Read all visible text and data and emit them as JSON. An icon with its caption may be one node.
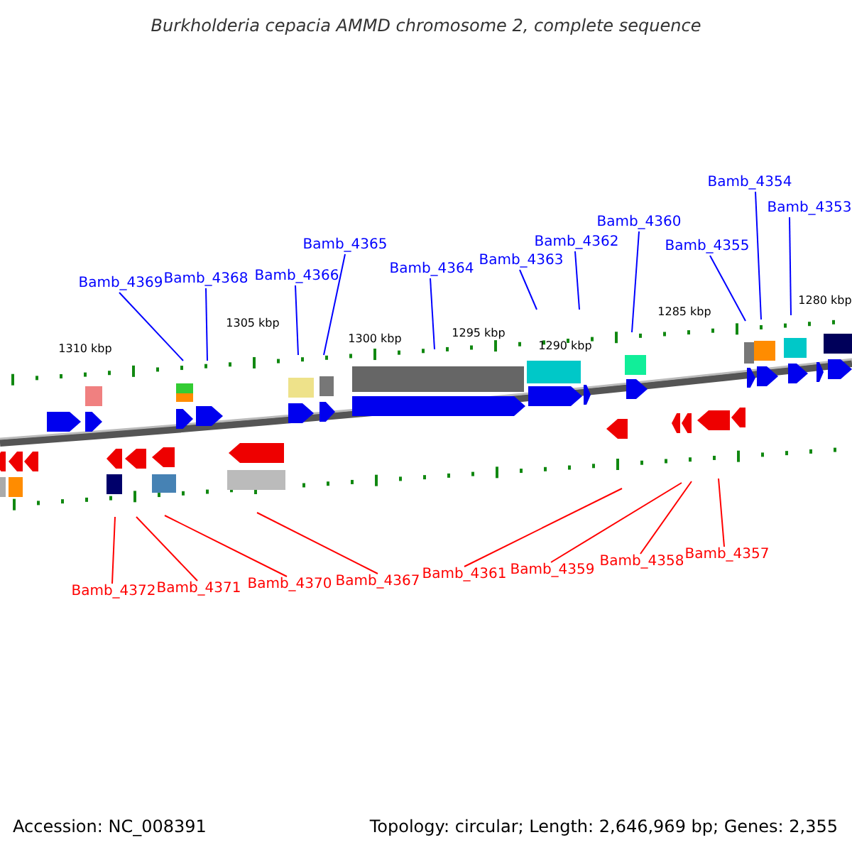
{
  "diagram": {
    "title": "Burkholderia cepacia AMMD chromosome 2, complete sequence",
    "nodes": [
      {
        "text": [
          "Bamb_4369"
        ]
      },
      {
        "text": [
          "Bamb_4368"
        ]
      },
      {
        "text": [
          "Bamb_4366"
        ]
      },
      {
        "text": [
          "Bamb_4365"
        ]
      },
      {
        "text": [
          "Bamb_4364"
        ]
      },
      {
        "text": [
          "Bamb_4363"
        ]
      },
      {
        "text": [
          "Bamb_4362"
        ]
      },
      {
        "text": [
          "Bamb_4360"
        ]
      },
      {
        "text": [
          "Bamb_4355"
        ]
      },
      {
        "text": [
          "Bamb_4354"
        ]
      },
      {
        "text": [
          "Bamb_4353"
        ]
      },
      {
        "text": [
          "Bamb_4372"
        ]
      },
      {
        "text": [
          "Bamb_4371"
        ]
      },
      {
        "text": [
          "Bamb_4370"
        ]
      },
      {
        "text": [
          "Bamb_4367"
        ]
      },
      {
        "text": [
          "Bamb_4361"
        ]
      },
      {
        "text": [
          "Bamb_4359"
        ]
      },
      {
        "text": [
          "Bamb_4358"
        ]
      },
      {
        "text": [
          "Bamb_4357"
        ]
      }
    ],
    "edges": [
      {
        "from": 0,
        "to": null,
        "arrow": "none"
      },
      {
        "from": 1,
        "to": null,
        "arrow": "none"
      },
      {
        "from": 2,
        "to": null,
        "arrow": "none"
      },
      {
        "from": 3,
        "to": null,
        "arrow": "none"
      },
      {
        "from": 4,
        "to": null,
        "arrow": "none"
      },
      {
        "from": 5,
        "to": null,
        "arrow": "none"
      },
      {
        "from": 6,
        "to": null,
        "arrow": "none"
      },
      {
        "from": 7,
        "to": null,
        "arrow": "none"
      },
      {
        "from": 8,
        "to": null,
        "arrow": "none"
      },
      {
        "from": 9,
        "to": null,
        "arrow": "none"
      },
      {
        "from": 10,
        "to": null,
        "arrow": "none"
      },
      {
        "from": 11,
        "to": null,
        "arrow": "none",
        "color": "#ff0000"
      },
      {
        "from": 12,
        "to": null,
        "arrow": "none",
        "color": "#ff0000"
      },
      {
        "from": 13,
        "to": null,
        "arrow": "none",
        "color": "#ff0000"
      },
      {
        "from": 14,
        "to": null,
        "arrow": "none",
        "color": "#ff0000"
      },
      {
        "from": 15,
        "to": null,
        "arrow": "none",
        "color": "#ff0000"
      },
      {
        "from": 16,
        "to": null,
        "arrow": "none",
        "color": "#ff0000"
      },
      {
        "from": 17,
        "to": null,
        "arrow": "none",
        "color": "#ff0000"
      },
      {
        "from": 18,
        "to": null,
        "arrow": "none",
        "color": "#ff0000"
      }
    ],
    "labels": [
      "1310 kbp",
      "1305 kbp",
      "1300 kbp",
      "1295 kbp",
      "1290 kbp",
      "1285 kbp",
      "1280 kbp",
      "Accession: NC_008391",
      "Topology: circular; Length: 2,646,969 bp; Genes: 2,355"
    ]
  }
}
